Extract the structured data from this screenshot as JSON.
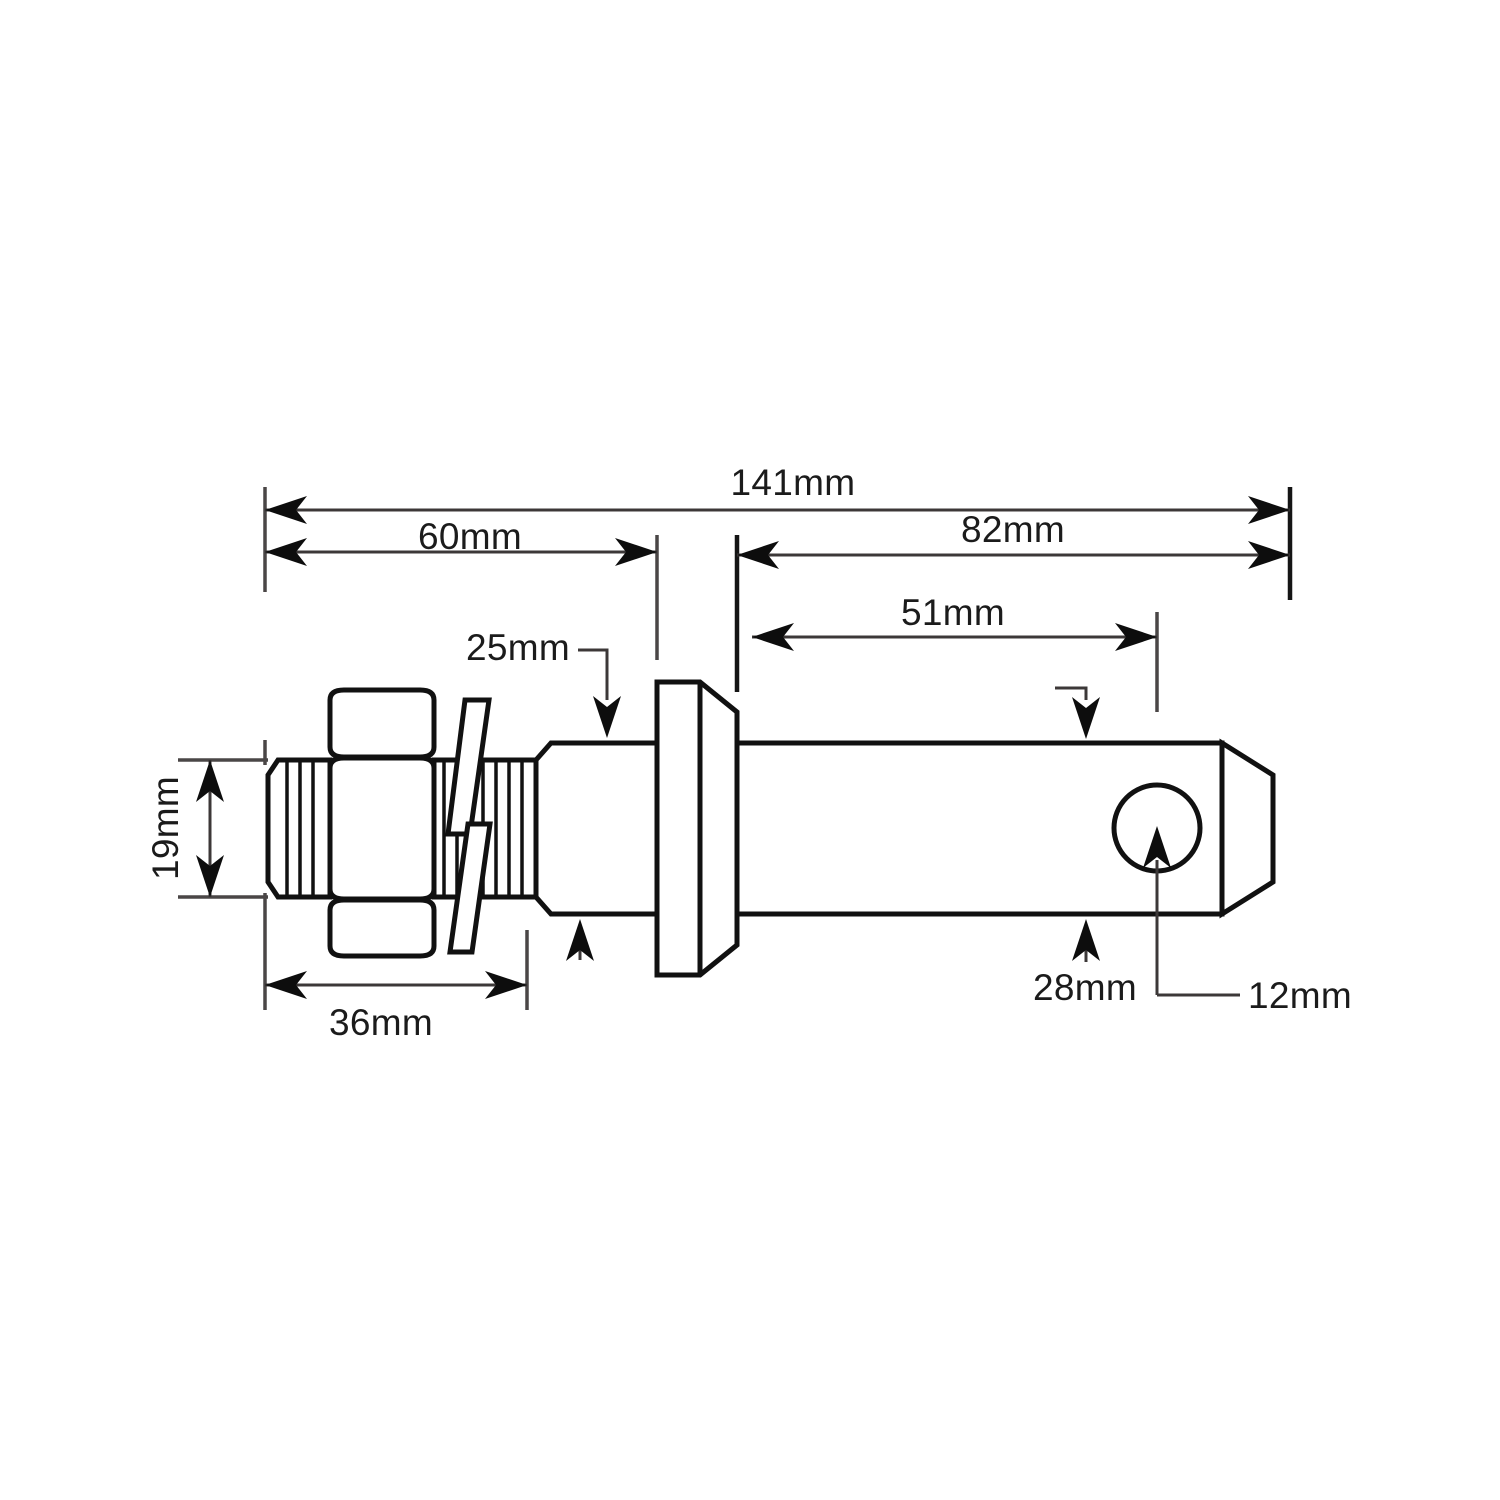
{
  "drawing": {
    "title": "Tractor Lower Link Implement Mounting Pin - Dimensioned Technical Drawing",
    "units": "mm",
    "view": "side elevation / section",
    "background_color": "#ffffff",
    "line_color": "#111111",
    "dimension_line_color": "#3c3838",
    "text_color": "#1b1b1b"
  },
  "dimensions": {
    "overall_length": "141mm",
    "thread_plus_shoulder_length": "60mm",
    "pin_length_from_flange": "82mm",
    "hole_centre_from_flange": "51mm",
    "nut_and_washer_length": "36mm",
    "shoulder_diameter": "25mm",
    "thread_diameter": "19mm",
    "pin_diameter": "28mm",
    "hole_diameter": "12mm"
  },
  "labels": [
    {
      "id": "len-141",
      "text": "141mm",
      "kind": "horizontal-overall"
    },
    {
      "id": "len-60",
      "text": "60mm",
      "kind": "horizontal"
    },
    {
      "id": "len-82",
      "text": "82mm",
      "kind": "horizontal"
    },
    {
      "id": "len-51",
      "text": "51mm",
      "kind": "horizontal"
    },
    {
      "id": "len-36",
      "text": "36mm",
      "kind": "horizontal"
    },
    {
      "id": "dia-25",
      "text": "25mm",
      "kind": "leader-diameter"
    },
    {
      "id": "dia-19",
      "text": "19mm",
      "kind": "vertical-diameter"
    },
    {
      "id": "dia-28",
      "text": "28mm",
      "kind": "leader-diameter"
    },
    {
      "id": "dia-12",
      "text": "12mm",
      "kind": "leader-hole"
    }
  ],
  "features": [
    {
      "name": "hex-nut",
      "description": "Hexagon nut shown in side elevation"
    },
    {
      "name": "spring-washer",
      "description": "Split spring washer"
    },
    {
      "name": "threaded-shank",
      "description": "Threaded shank, 19mm"
    },
    {
      "name": "shoulder",
      "description": "Shoulder 25mm diameter"
    },
    {
      "name": "flange-collar",
      "description": "Flange / collar between shoulder and pin"
    },
    {
      "name": "pin-body",
      "description": "Pin body 28mm diameter"
    },
    {
      "name": "cross-hole",
      "description": "Cross drilled hole 12mm diameter"
    },
    {
      "name": "chamfered-tip",
      "description": "Chamfered pin tip"
    }
  ]
}
